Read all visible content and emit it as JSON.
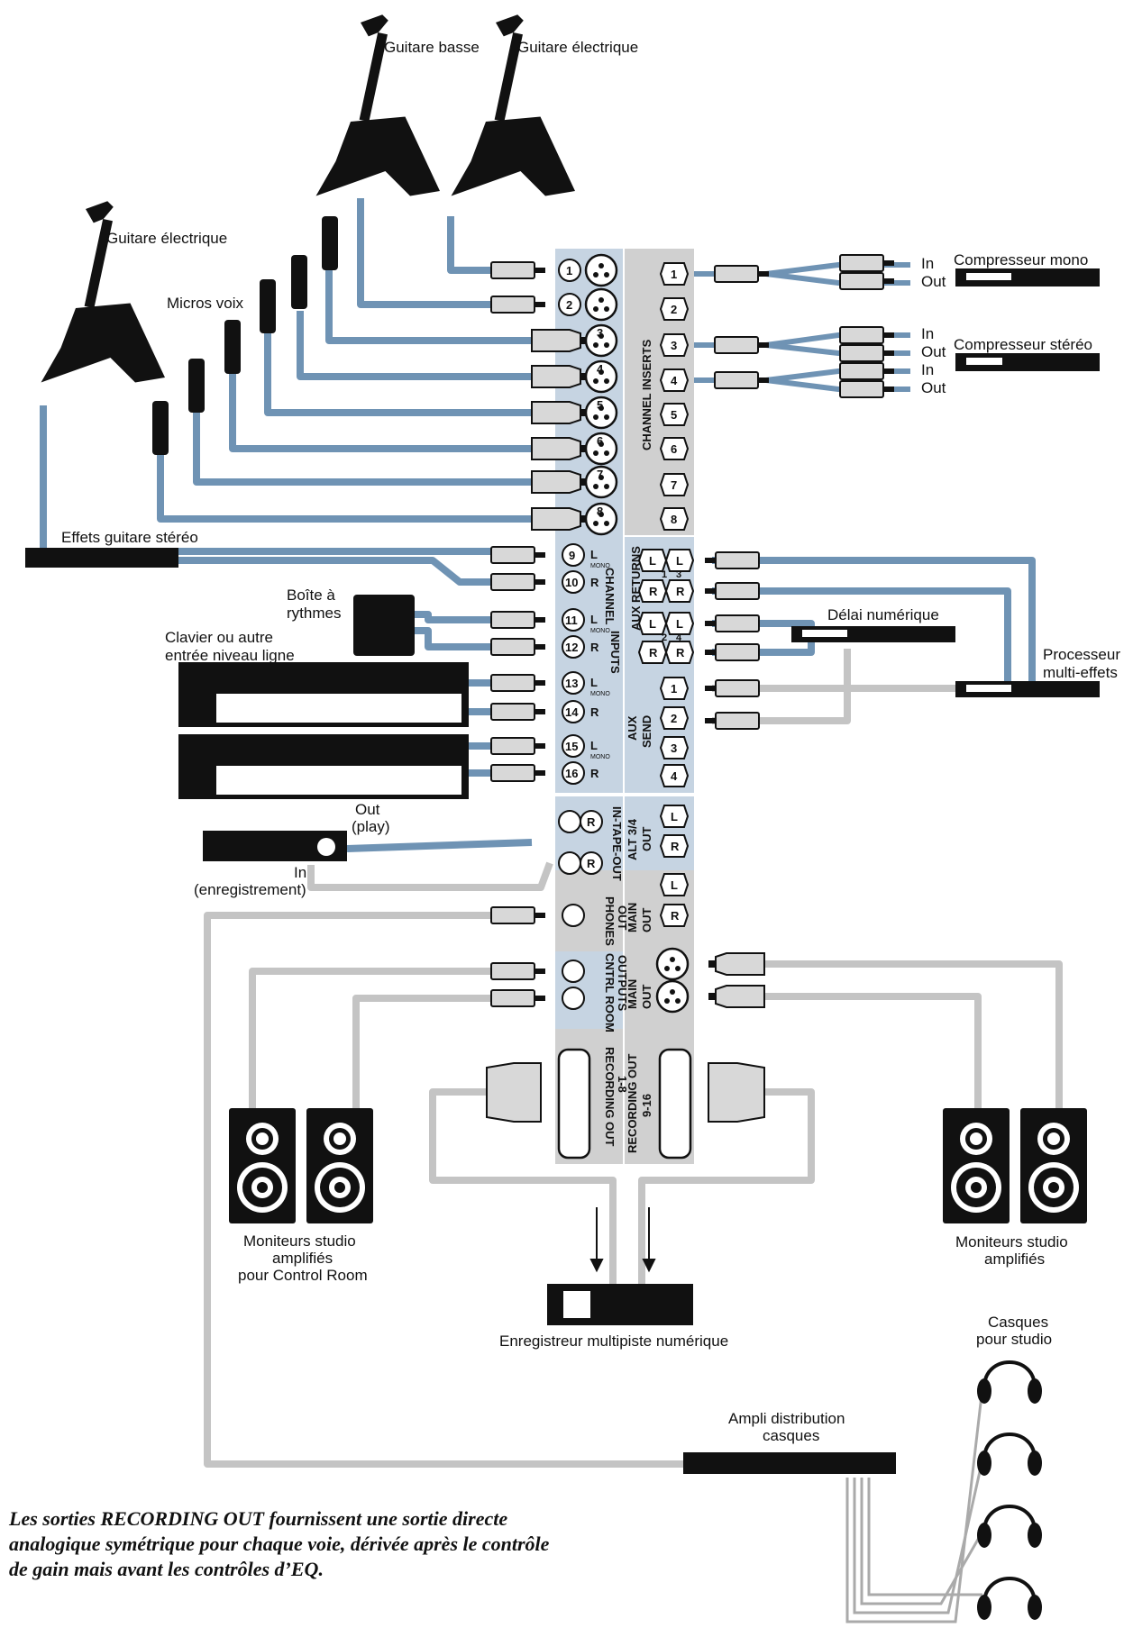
{
  "colors": {
    "cable_blue": "#6f93b4",
    "cable_grey": "#c4c4c4",
    "panel_blue": "#c6d4e2",
    "panel_grey": "#d0d0d0",
    "device": "#111111"
  },
  "labels": {
    "bass_guitar": "Guitare basse",
    "electric_guitar_top": "Guitare électrique",
    "electric_guitar_left": "Guitare électrique",
    "vocal_mics": "Micros voix",
    "guitar_effects": "Effets guitare stéréo",
    "drum_machine_1": "Boîte à",
    "drum_machine_2": "rythmes",
    "keyboard_1": "Clavier ou autre",
    "keyboard_2": "entrée niveau ligne",
    "compressor_mono": "Compresseur mono",
    "compressor_stereo": "Compresseur stéréo",
    "digital_delay": "Délai numérique",
    "multi_fx_1": "Processeur",
    "multi_fx_2": "multi-effets",
    "tape_out_1": "Out",
    "tape_out_2": "(play)",
    "tape_in_1": "In",
    "tape_in_2": "(enregistrement)",
    "monitors_cr_1": "Moniteurs studio",
    "monitors_cr_2": "amplifiés",
    "monitors_cr_3": "pour Control Room",
    "monitors_main_1": "Moniteurs studio",
    "monitors_main_2": "amplifiés",
    "recorder": "Enregistreur multipiste numérique",
    "headphones_1": "Casques",
    "headphones_2": "pour studio",
    "hp_amp_1": "Ampli distribution",
    "hp_amp_2": "casques",
    "in": "In",
    "out": "Out",
    "mono": "MONO"
  },
  "sections": {
    "channel_inserts": "CHANNEL INSERTS",
    "channel_inputs_1": "CHANNEL",
    "channel_inputs_2": "INPUTS",
    "aux_returns": "AUX RETURNS",
    "aux_send_1": "AUX",
    "aux_send_2": "SEND",
    "in_tape_out": "IN-TAPE-OUT",
    "alt_out_1": "ALT 3/4",
    "alt_out_2": "OUT",
    "phones_out_1": "PHONES",
    "phones_out_2": "OUT",
    "main_out_1": "MAIN",
    "main_out_2": "OUT",
    "cntrl_room_1": "CNTRL ROOM",
    "cntrl_room_2": "OUTPUTS",
    "main_out_xlr_1": "MAIN",
    "main_out_xlr_2": "OUT",
    "rec_out_1_8_1": "RECORDING OUT",
    "rec_out_1_8_2": "1-8",
    "rec_out_9_16_1": "RECORDING OUT",
    "rec_out_9_16_2": "9-16"
  },
  "ports": {
    "channels": [
      "1",
      "2",
      "3",
      "4",
      "5",
      "6",
      "7",
      "8",
      "9",
      "10",
      "11",
      "12",
      "13",
      "14",
      "15",
      "16"
    ],
    "inserts": [
      "1",
      "2",
      "3",
      "4",
      "5",
      "6",
      "7",
      "8"
    ],
    "aux_sends": [
      "1",
      "2",
      "3",
      "4"
    ],
    "aux_return_groups": [
      "1",
      "2",
      "3",
      "4"
    ],
    "L": "L",
    "R": "R"
  },
  "caption": "Les sorties RECORDING OUT fournissent une sortie directe analogique symétrique pour chaque voie, dérivée après le contrôle de gain mais avant les contrôles d’EQ."
}
